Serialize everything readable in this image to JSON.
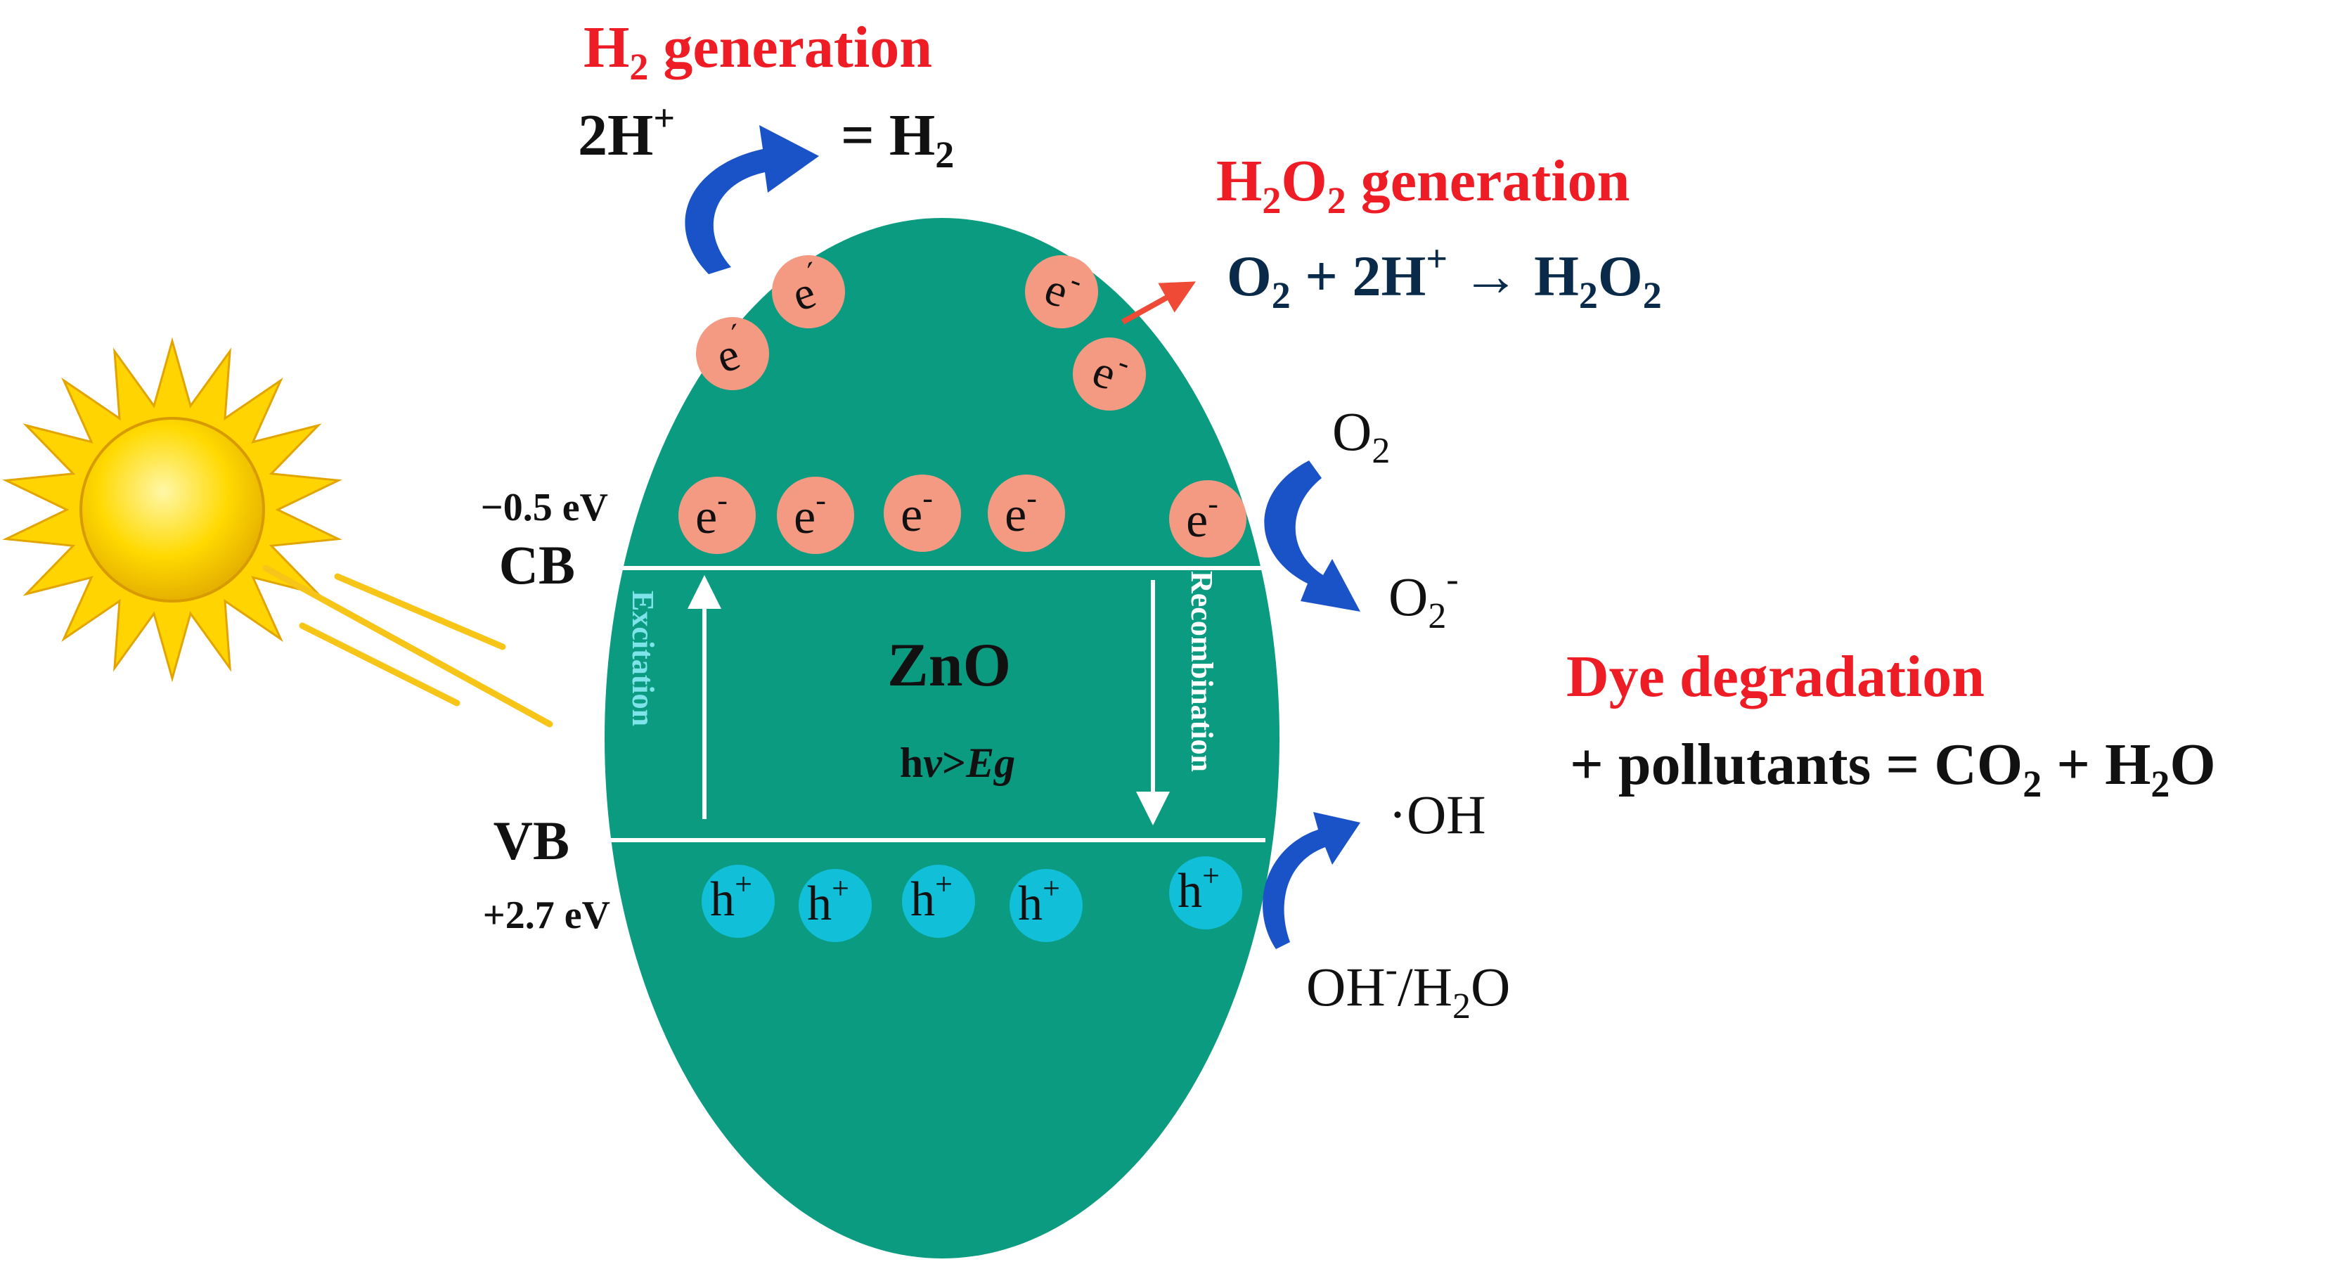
{
  "colors": {
    "particle": "#0b9b80",
    "electron": "#f49a83",
    "hole": "#11bfd8",
    "red_title": "#ee1c24",
    "navy": "#0a2a4a",
    "arrow_blue": "#1a52c8",
    "sun": "#f5c400",
    "ray": "#f7c518",
    "white": "#ffffff",
    "black": "#111111"
  },
  "icons": {
    "sun": "sun-icon",
    "rays": "light-rays-icon"
  },
  "particle": {
    "label": "ZnO",
    "condition_h": "h",
    "condition_nu": "ν",
    "condition_gt": ">",
    "condition_eg": "Eg"
  },
  "bands": {
    "cb_label": "CB",
    "cb_energy": "−0.5 eV",
    "vb_label": "VB",
    "vb_energy": "+2.7 eV"
  },
  "arrows": {
    "excitation": "Excitation",
    "recombination": "Recombination"
  },
  "carriers": {
    "electron_symbol": "e",
    "electron_charge": "-",
    "electron_charge_alt": "´",
    "hole_symbol": "h",
    "hole_charge": "+"
  },
  "h2": {
    "title_a": "H",
    "title_sub": "2",
    "title_b": " generation",
    "lhs_a": "2H",
    "lhs_sup": "+",
    "rhs_a": "= H",
    "rhs_sub": "2"
  },
  "h2o2": {
    "title_a": "H",
    "title_sub1": "2",
    "title_b": "O",
    "title_sub2": "2",
    "title_c": " generation",
    "eq_a": "O",
    "eq_sub1": "2",
    "eq_b": " + 2H",
    "eq_sup": "+",
    "eq_c": " → H",
    "eq_sub2": "2",
    "eq_d": "O",
    "eq_sub3": "2"
  },
  "oxygen": {
    "o2_a": "O",
    "o2_sub": "2",
    "superoxide_a": "O",
    "superoxide_sub": "2",
    "superoxide_sup": "-"
  },
  "hydroxyl": {
    "radical": "·OH",
    "source_a": "OH",
    "source_sup": "-",
    "source_b": "/H",
    "source_sub": "2",
    "source_c": "O"
  },
  "dye": {
    "title": "Dye degradation",
    "eq_a": "+ pollutants = CO",
    "eq_sub1": "2",
    "eq_b": " + H",
    "eq_sub2": "2",
    "eq_c": "O"
  }
}
